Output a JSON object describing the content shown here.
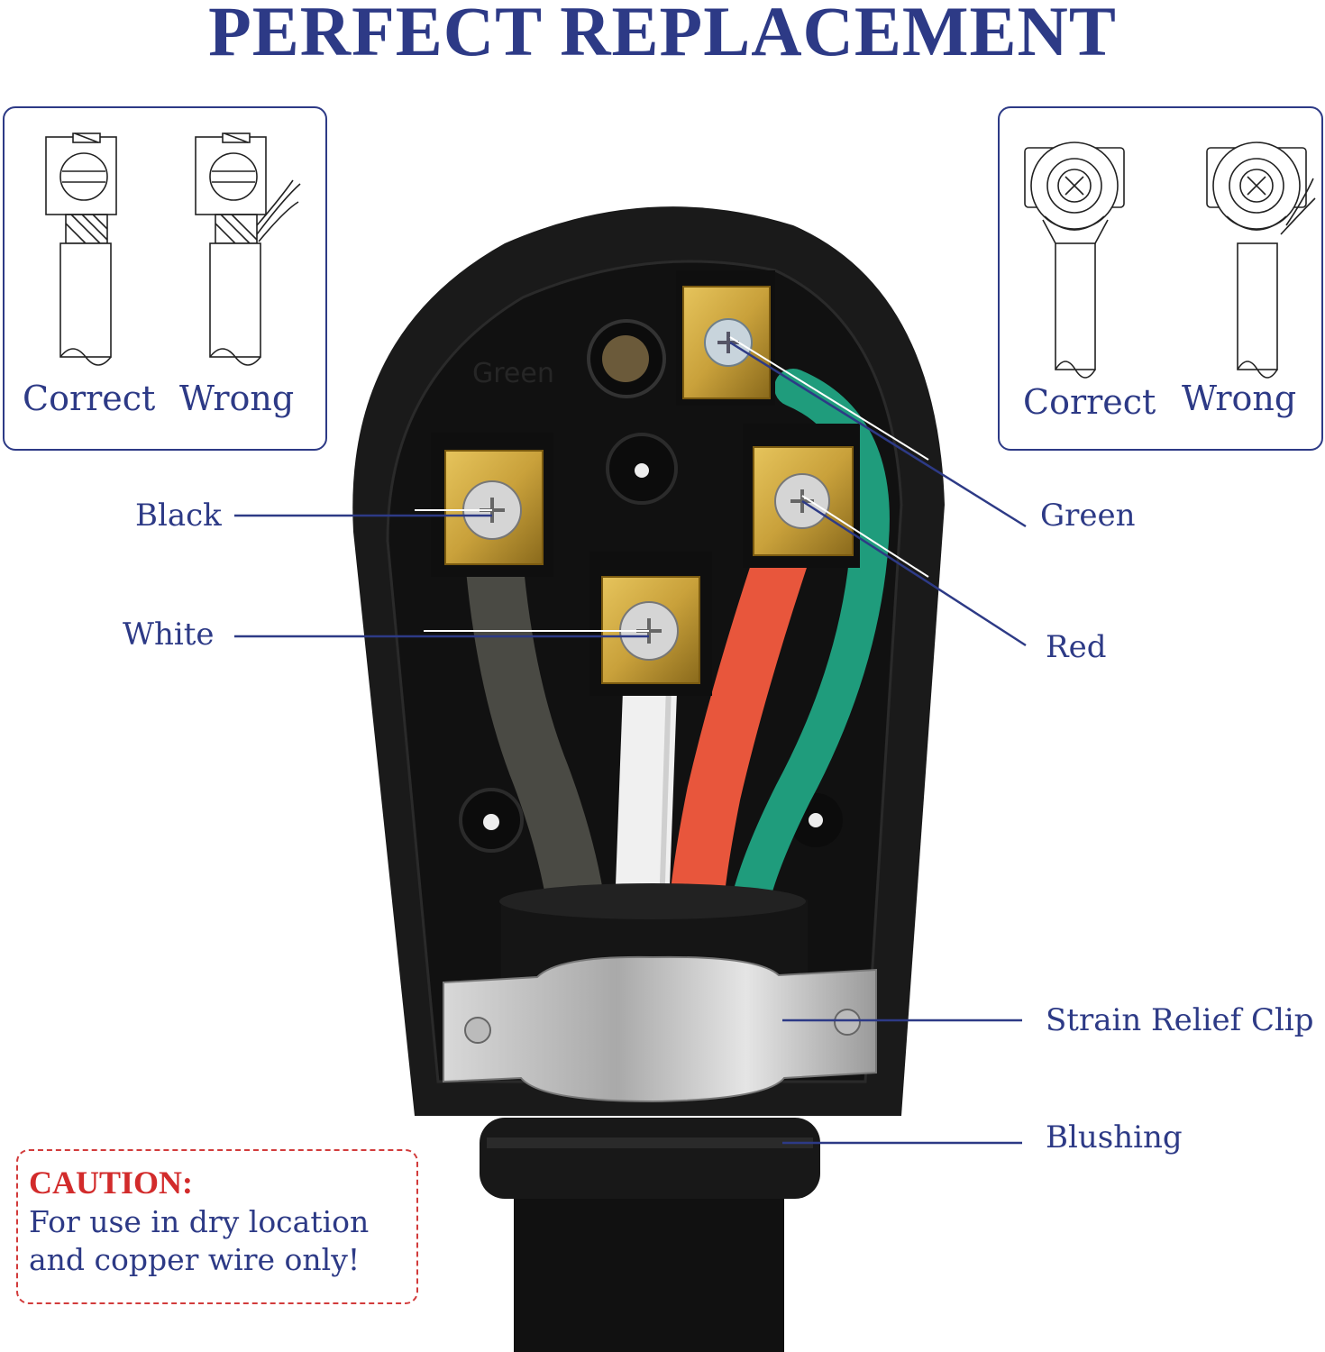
{
  "title": "PERFECT REPLACEMENT",
  "left_box": {
    "correct_label": "Correct",
    "wrong_label": "Wrong"
  },
  "right_box": {
    "correct_label": "Correct",
    "wrong_label": "Wrong"
  },
  "callouts": {
    "black": "Black",
    "white": "White",
    "green": "Green",
    "red": "Red",
    "strain_relief_clip": "Strain Relief Clip",
    "blushing": "Blushing"
  },
  "plug_marking": "Green",
  "caution": {
    "title": "CAUTION:",
    "line1": "For use in dry location",
    "line2": "and copper wire only!"
  },
  "colors": {
    "text_navy": "#2d3a86",
    "caution_red": "#d22b2b",
    "plug_body": "#1a1a1a",
    "brass": "#c9a13b",
    "wire_black": "#4a4a44",
    "wire_white": "#f0f0f0",
    "wire_red": "#e8563c",
    "wire_green": "#1f9c7c"
  }
}
